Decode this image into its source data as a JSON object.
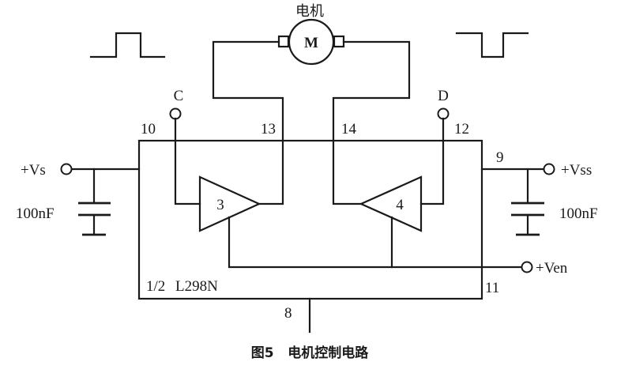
{
  "motor": {
    "title": "电机",
    "symbol": "M"
  },
  "chip": {
    "fraction": "1/2",
    "name": "L298N"
  },
  "terminals": {
    "c": "C",
    "d": "D",
    "vs": "+Vs",
    "vss": "+Vss",
    "ven": "+Ven"
  },
  "pins": {
    "p10": "10",
    "p13": "13",
    "p14": "14",
    "p12": "12",
    "p9": "9",
    "p11": "11",
    "p8": "8"
  },
  "amplifiers": {
    "left": "3",
    "right": "4"
  },
  "capacitors": {
    "left": "100nF",
    "right": "100nF"
  },
  "caption": {
    "text": "图5   电机控制电路"
  }
}
